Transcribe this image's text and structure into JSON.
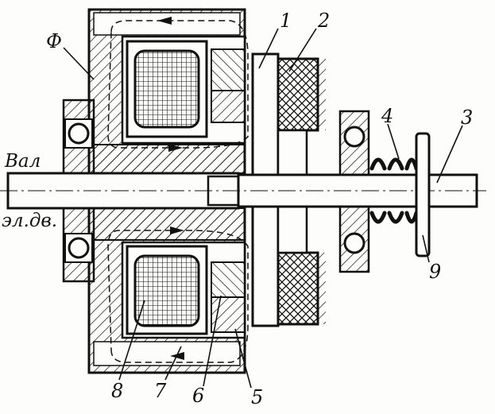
{
  "labels": {
    "phi": "Ф",
    "shaft_line1": "Вал",
    "shaft_line2": "эл.дв.",
    "n1": "1",
    "n2": "2",
    "n3": "3",
    "n4": "4",
    "n5": "5",
    "n6": "6",
    "n7": "7",
    "n8": "8",
    "n9": "9"
  },
  "colors": {
    "ink": "#111111",
    "paper": "#fdfdfb"
  }
}
